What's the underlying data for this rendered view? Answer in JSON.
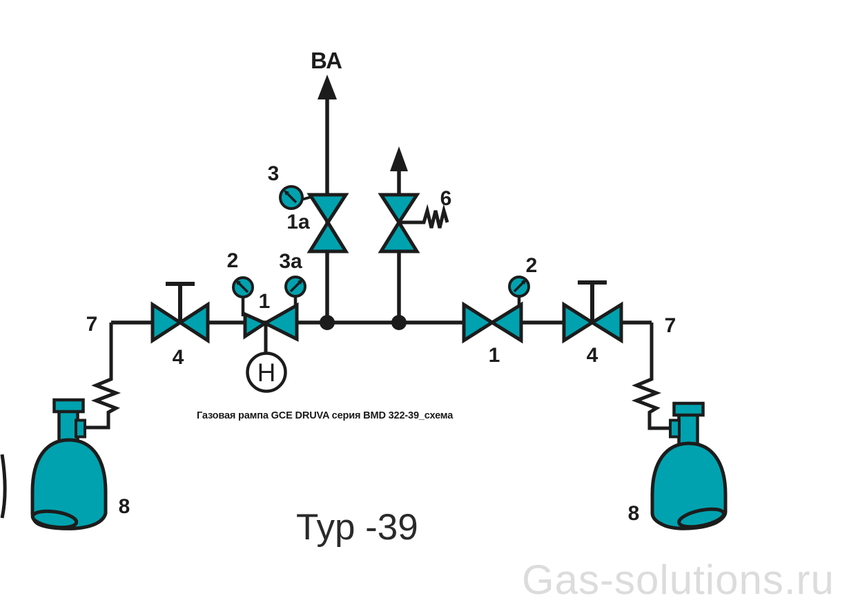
{
  "colors": {
    "teal": "#00a2af",
    "ink": "#1c1c1c",
    "watermark_gray": "#dcdcdc",
    "background": "#ffffff"
  },
  "labels": {
    "vent": "ВА",
    "gauge3": "3",
    "valve1a": "1a",
    "relief6": "6",
    "gauge2_left": "2",
    "gauge3a": "3a",
    "regulator1_left": "1",
    "inlet7_left": "7",
    "valve4_left": "4",
    "cylinder8_left": "8",
    "heater": "H",
    "gauge2_right": "2",
    "valve1_right": "1",
    "valve4_right": "4",
    "inlet7_right": "7",
    "cylinder8_right": "8"
  },
  "icons": {
    "gauge": "pressure-gauge-icon",
    "valve": "bowtie-valve-icon",
    "handwheel": "t-handle-icon",
    "relief": "spring-relief-valve-icon",
    "hose": "coil-hose-icon",
    "cylinder": "gas-cylinder-icon",
    "arrow": "vent-arrow-icon"
  },
  "caption": "Газовая рампа GCE DRUVA серия BMD 322-39_схема",
  "title": "Typ -39",
  "watermark": "Gas-solutions.ru"
}
